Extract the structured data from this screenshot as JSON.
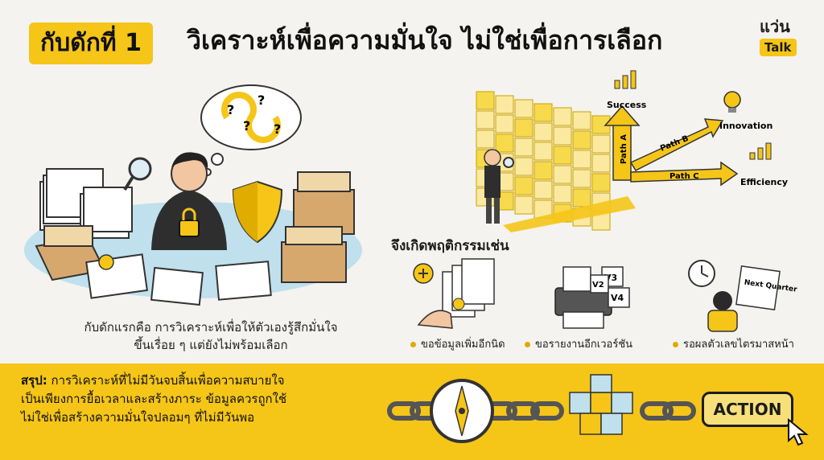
{
  "header": {
    "trap_label": "กับดักที่ 1",
    "title": "วิเคราะห์เพื่อความมั่นใจ ไม่ใช่เพื่อการเลือก"
  },
  "logo": {
    "word": "แว่น",
    "badge": "Talk"
  },
  "left_panel": {
    "question_marks": [
      "?",
      "?",
      "?",
      "?"
    ],
    "caption_line1": "กับดักแรกคือ การวิเคราะห์เพื่อให้ตัวเองรู้สึกมั่นใจ",
    "caption_line2": "ขึ้นเรื่อย ๆ แต่ยังไม่พร้อมเลือก"
  },
  "right_panel": {
    "paths": [
      {
        "label": "Path A",
        "outcome": "Success"
      },
      {
        "label": "Path B",
        "outcome": "Innovation"
      },
      {
        "label": "Path C",
        "outcome": "Efficiency"
      }
    ],
    "section_title": "จึงเกิดพฤติกรรมเช่น",
    "report_versions": [
      "V2",
      "V3",
      "V4"
    ],
    "next_quarter": "Next Quarter",
    "behaviors": [
      "ขอข้อมูลเพิ่มอีกนิด",
      "ขอรายงานอีกเวอร์ชัน",
      "รอผลตัวเลขไตรมาสหน้า"
    ]
  },
  "summary": {
    "label": "สรุป:",
    "line1": "การวิเคราะห์ที่ไม่มีวันจบสิ้นเพื่อความสบายใจ",
    "line2": "เป็นเพียงการยื้อเวลาและสร้างภาระ ข้อมูลควรถูกใช้",
    "line3": "ไม่ใช่เพื่อสร้างความมั่นใจปลอมๆ ที่ไม่มีวันพอ"
  },
  "action_button": "ACTION",
  "colors": {
    "accent": "#f5c518",
    "background": "#f4f3ef",
    "ink": "#1c1c1c"
  }
}
